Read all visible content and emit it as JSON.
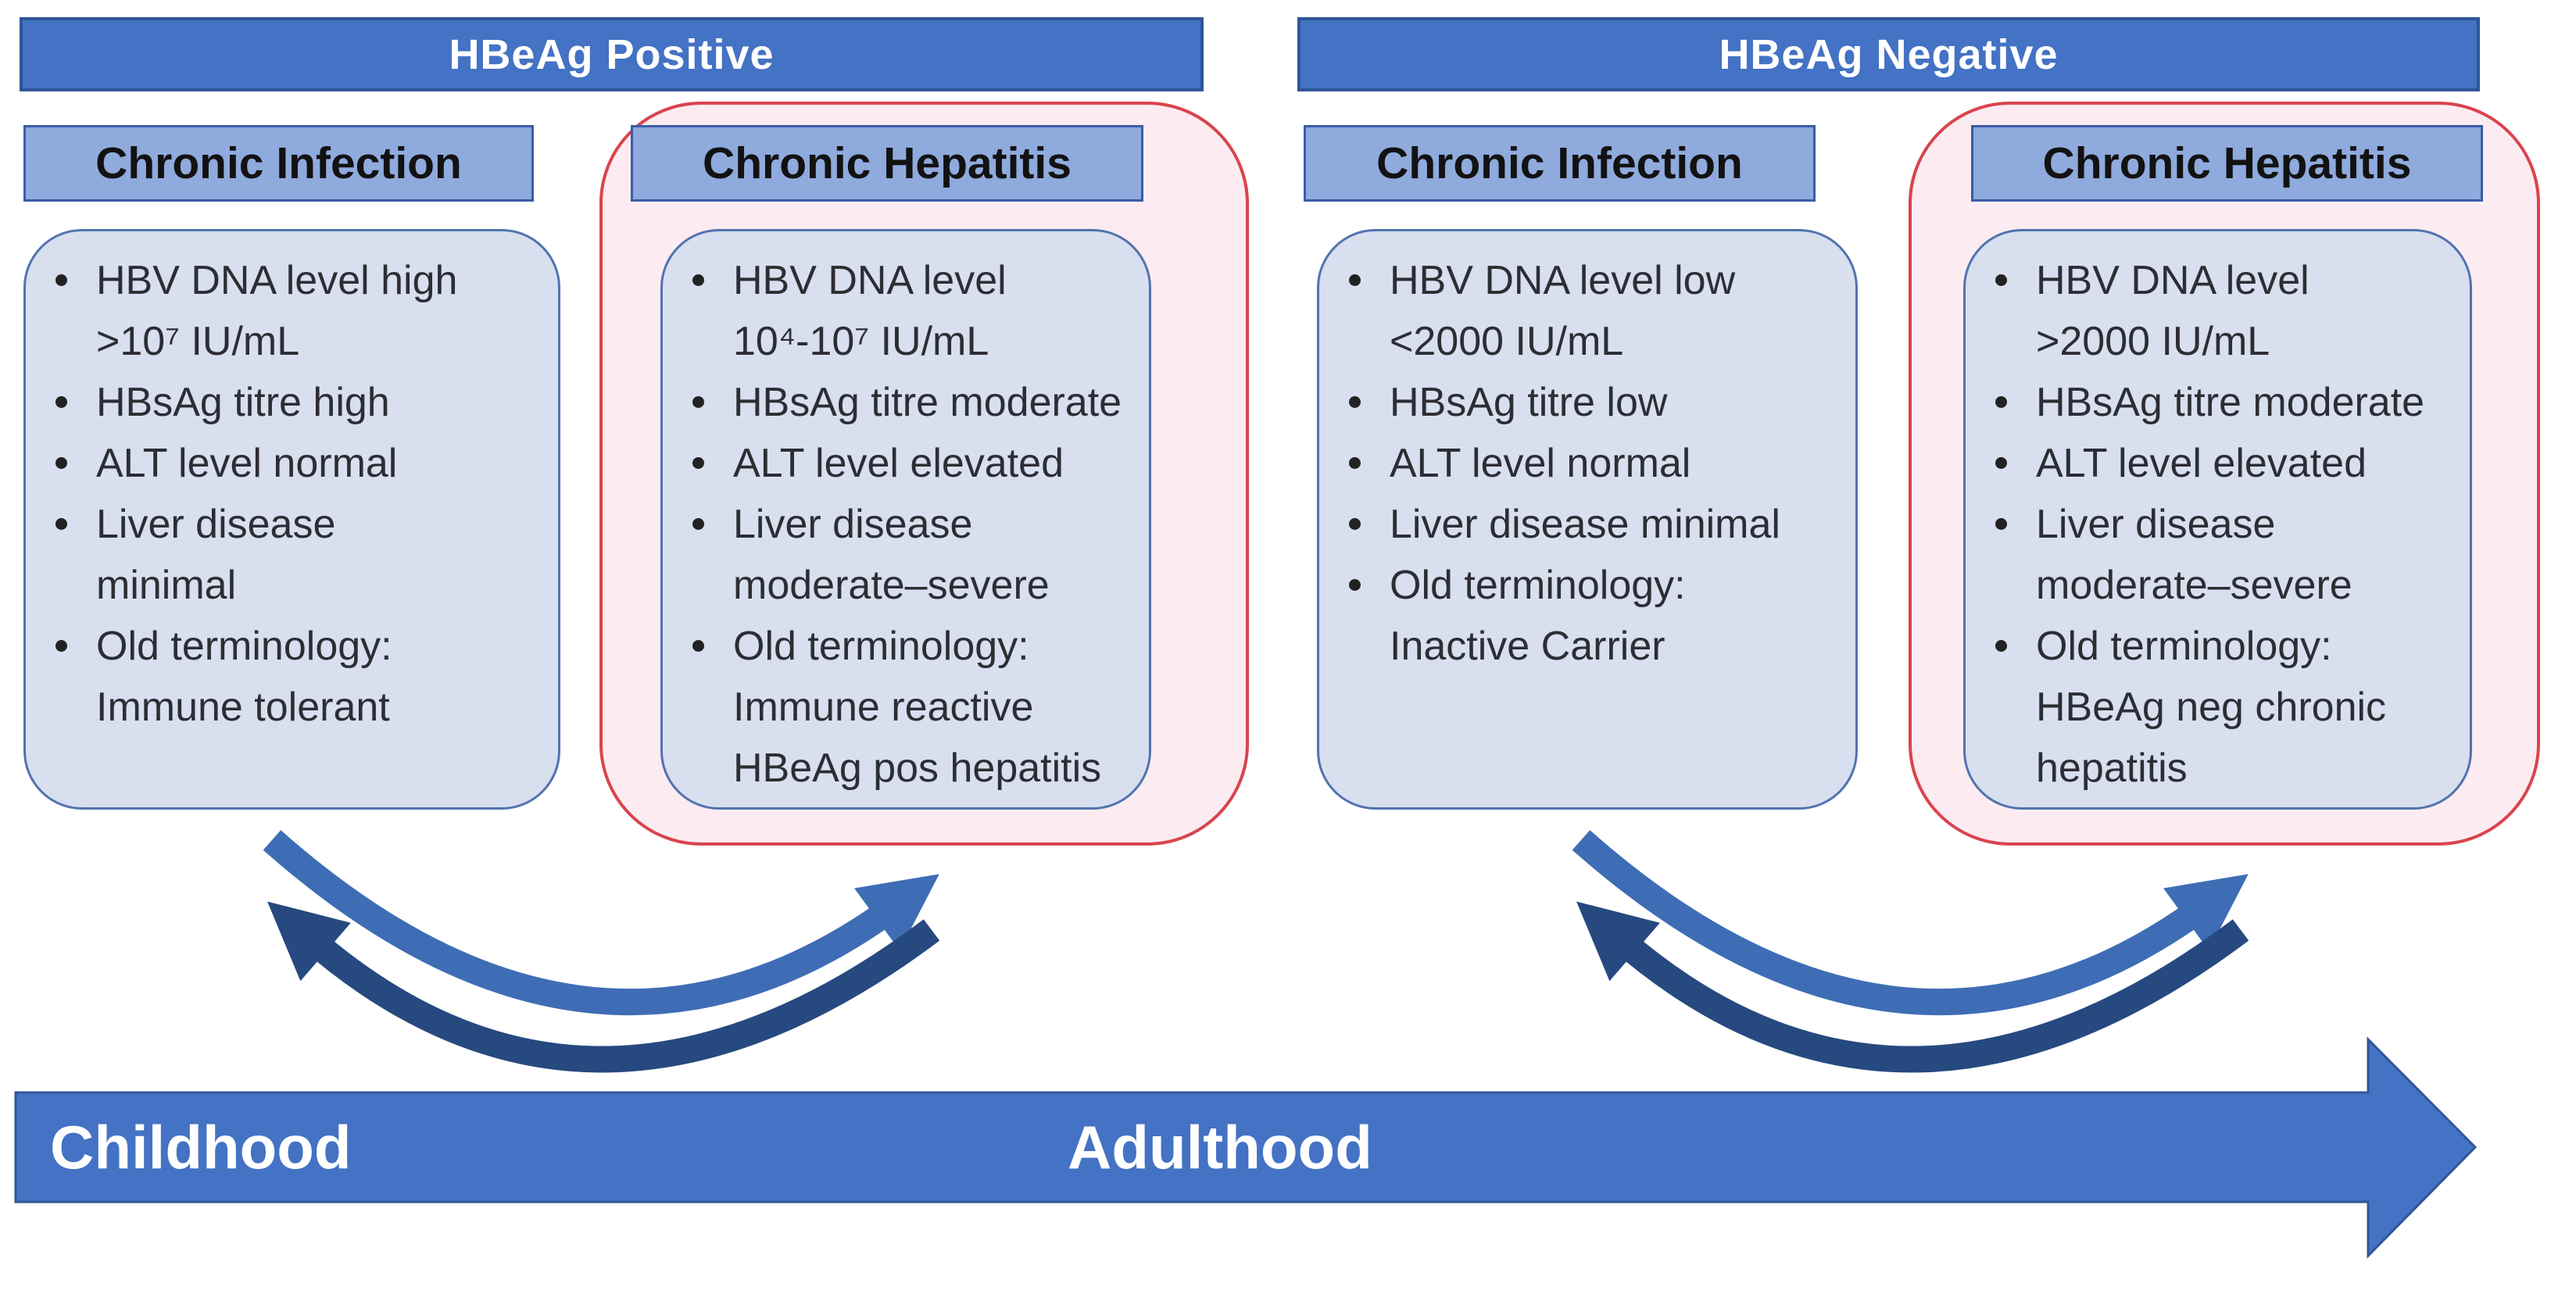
{
  "diagram_title": "HBV chronic infection phases by HBeAg status",
  "sections": [
    {
      "header": "HBeAg Positive",
      "columns": [
        {
          "title": "Chronic Infection",
          "highlighted": false,
          "bullets": [
            [
              "HBV DNA level high",
              ">10⁷ IU/mL"
            ],
            [
              "HBsAg titre high"
            ],
            [
              "ALT level normal"
            ],
            [
              "Liver disease",
              "minimal"
            ],
            [
              "Old terminology:",
              "Immune tolerant"
            ]
          ]
        },
        {
          "title": "Chronic Hepatitis",
          "highlighted": true,
          "bullets": [
            [
              "HBV DNA level",
              "10⁴-10⁷ IU/mL"
            ],
            [
              "HBsAg titre moderate"
            ],
            [
              "ALT level elevated"
            ],
            [
              "Liver disease",
              "moderate–severe"
            ],
            [
              "Old terminology:",
              "Immune reactive",
              "HBeAg pos hepatitis"
            ]
          ]
        }
      ]
    },
    {
      "header": "HBeAg Negative",
      "columns": [
        {
          "title": "Chronic Infection",
          "highlighted": false,
          "bullets": [
            [
              "HBV DNA level low",
              "<2000 IU/mL"
            ],
            [
              "HBsAg titre low"
            ],
            [
              "ALT level normal"
            ],
            [
              "Liver disease minimal"
            ],
            [
              "Old terminology:",
              "Inactive Carrier"
            ]
          ]
        },
        {
          "title": "Chronic Hepatitis",
          "highlighted": true,
          "bullets": [
            [
              "HBV DNA level",
              ">2000 IU/mL"
            ],
            [
              "HBsAg titre moderate"
            ],
            [
              "ALT level elevated"
            ],
            [
              "Liver disease",
              "moderate–severe"
            ],
            [
              "Old terminology:",
              "HBeAg neg chronic",
              "hepatitis"
            ]
          ]
        }
      ]
    }
  ],
  "timeline": {
    "left_label": "Childhood",
    "right_label": "Adulthood"
  },
  "icons": {
    "cycle_left": "bidirectional-cycle-arrows",
    "cycle_right": "bidirectional-cycle-arrows",
    "timeline": "right-arrow-banner"
  },
  "colors": {
    "banner_fill": "#4472C4",
    "banner_border": "#2F5597",
    "banner_text": "#FFFFFF",
    "subheader_fill": "#8FAADC",
    "subheader_border": "#3B5CA8",
    "subheader_text": "#121212",
    "box_fill": "#D8DFEF",
    "box_border": "#5273AE",
    "box_text": "#2D2D34",
    "highlight_border": "#D9444E",
    "highlight_fill": "#FCECF1",
    "arrow_medium": "#3E6DB5",
    "arrow_dark": "#26497F",
    "timeline_fill": "#4472C4",
    "timeline_border": "#2F5597",
    "timeline_text": "#FFFFFF"
  }
}
